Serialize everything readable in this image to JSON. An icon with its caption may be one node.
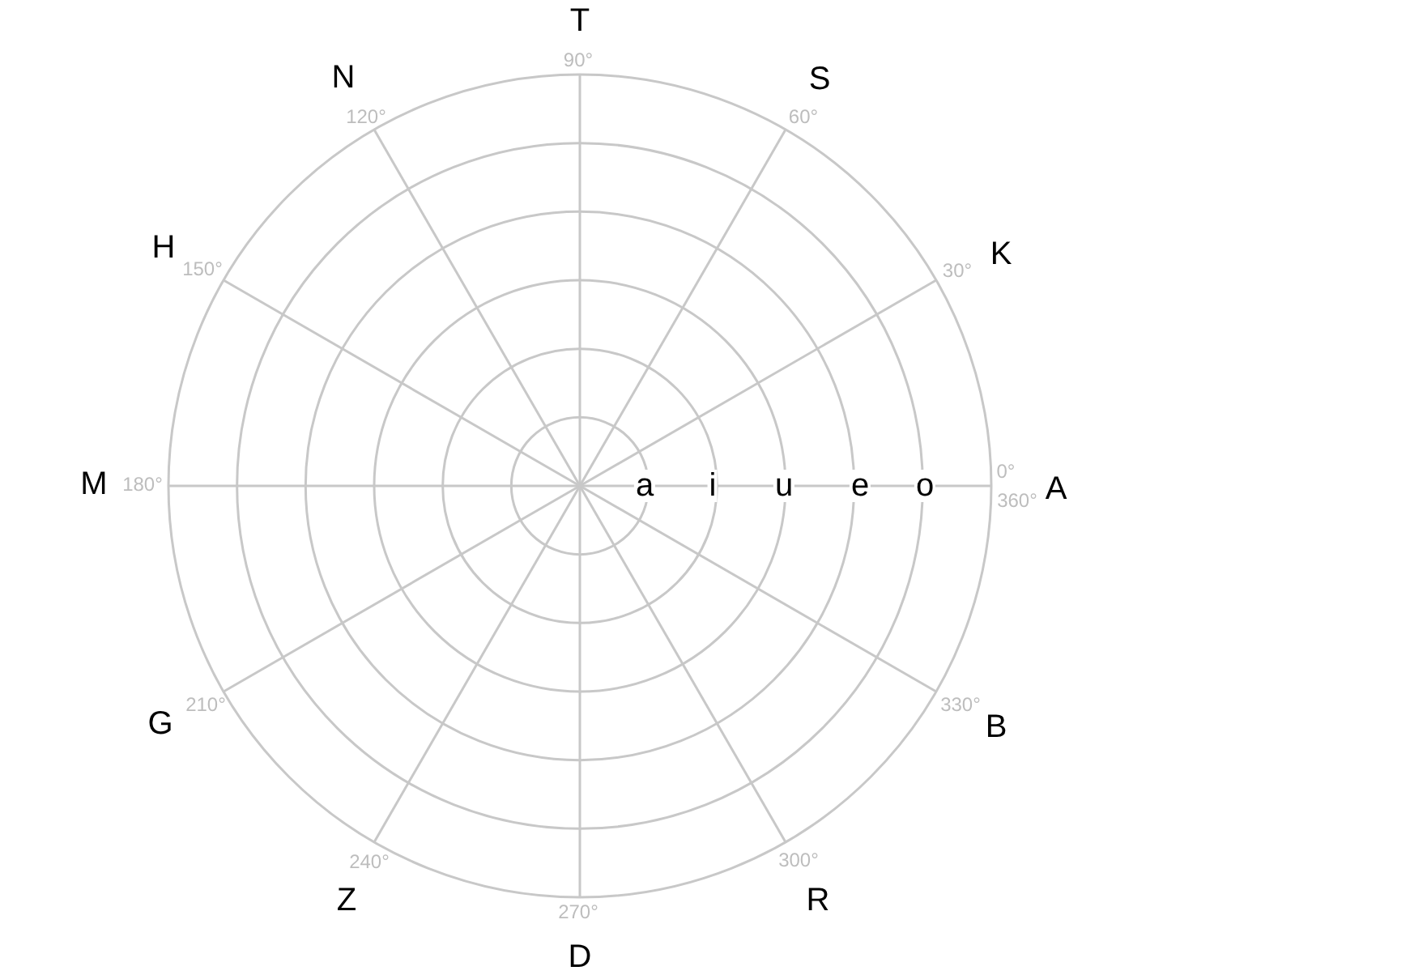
{
  "diagram": {
    "labels": [
      "T",
      "90°",
      "N",
      "S",
      "120°",
      "60°",
      "H",
      "150°",
      "K",
      "30°",
      "M",
      "180°",
      "a",
      "i",
      "u",
      "e",
      "o",
      "0°",
      "360°",
      "A",
      "210°",
      "330°",
      "G",
      "B",
      "240°",
      "300°",
      "Z",
      "R",
      "270°",
      "D"
    ]
  }
}
